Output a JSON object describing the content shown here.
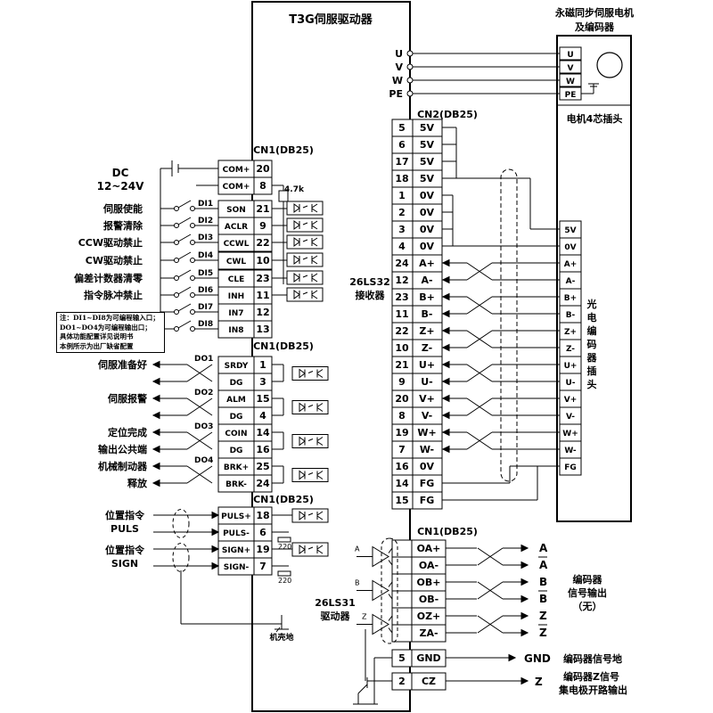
{
  "driver": {
    "title": "T3G伺服驱动器"
  },
  "motor": {
    "title_line1": "永磁同步伺服电机",
    "title_line2": "及编码器",
    "plug_label": "电机4芯插头"
  },
  "power": {
    "dc": "DC",
    "voltage": "12~24V",
    "resistor": "4.7k"
  },
  "cn1_labels": [
    "CN1(DB25)",
    "CN1(DB25)",
    "CN1(DB25)",
    "CN1(DB25)"
  ],
  "cn2_label": "CN2(DB25)",
  "receiver": {
    "line1": "26LS32",
    "line2": "接收器"
  },
  "line_driver": {
    "line1": "26LS31",
    "line2": "驱动器"
  },
  "encoder_plug_label": "光电编码器插头",
  "motor_terminals": [
    "U",
    "V",
    "W",
    "PE"
  ],
  "motor_phase_labels": [
    "U",
    "V",
    "W",
    "PE"
  ],
  "cn2_pins": [
    {
      "pin": "5",
      "name": "5V"
    },
    {
      "pin": "6",
      "name": "5V"
    },
    {
      "pin": "17",
      "name": "5V"
    },
    {
      "pin": "18",
      "name": "5V"
    },
    {
      "pin": "1",
      "name": "0V"
    },
    {
      "pin": "2",
      "name": "0V"
    },
    {
      "pin": "3",
      "name": "0V"
    },
    {
      "pin": "4",
      "name": "0V"
    },
    {
      "pin": "24",
      "name": "A+"
    },
    {
      "pin": "12",
      "name": "A-"
    },
    {
      "pin": "23",
      "name": "B+"
    },
    {
      "pin": "11",
      "name": "B-"
    },
    {
      "pin": "22",
      "name": "Z+"
    },
    {
      "pin": "10",
      "name": "Z-"
    },
    {
      "pin": "21",
      "name": "U+"
    },
    {
      "pin": "9",
      "name": "U-"
    },
    {
      "pin": "20",
      "name": "V+"
    },
    {
      "pin": "8",
      "name": "V-"
    },
    {
      "pin": "19",
      "name": "W+"
    },
    {
      "pin": "7",
      "name": "W-"
    },
    {
      "pin": "16",
      "name": "0V"
    },
    {
      "pin": "14",
      "name": "FG"
    },
    {
      "pin": "15",
      "name": "FG"
    }
  ],
  "encoder_plug_pins": [
    "5V",
    "0V",
    "A+",
    "A-",
    "B+",
    "B-",
    "Z+",
    "Z-",
    "U+",
    "U-",
    "V+",
    "V-",
    "W+",
    "W-",
    "FG"
  ],
  "cn1_inputs": [
    {
      "name": "COM+",
      "pin": "20",
      "label": "",
      "tag": ""
    },
    {
      "name": "COM+",
      "pin": "8",
      "label": "",
      "tag": ""
    },
    {
      "name": "SON",
      "pin": "21",
      "label": "伺服使能",
      "tag": "DI1"
    },
    {
      "name": "ACLR",
      "pin": "9",
      "label": "报警清除",
      "tag": "DI2"
    },
    {
      "name": "CCWL",
      "pin": "22",
      "label": "CCW驱动禁止",
      "tag": "DI3"
    },
    {
      "name": "CWL",
      "pin": "10",
      "label": "CW驱动禁止",
      "tag": "DI4"
    },
    {
      "name": "CLE",
      "pin": "23",
      "label": "偏差计数器清零",
      "tag": "DI5"
    },
    {
      "name": "INH",
      "pin": "11",
      "label": "指令脉冲禁止",
      "tag": "DI6"
    },
    {
      "name": "IN7",
      "pin": "12",
      "label": "",
      "tag": "DI7"
    },
    {
      "name": "IN8",
      "pin": "13",
      "label": "",
      "tag": "DI8"
    }
  ],
  "note": {
    "line1": "注：DI1~DI8为可编程输入口；",
    "line2": "DO1~DO4为可编程输出口；",
    "line3": "具体功能配置详见说明书",
    "line4": "本例所示为出厂缺省配置"
  },
  "cn1_outputs": [
    {
      "name": "SRDY",
      "pin": "1"
    },
    {
      "name": "DG",
      "pin": "3"
    },
    {
      "name": "ALM",
      "pin": "15"
    },
    {
      "name": "DG",
      "pin": "4"
    },
    {
      "name": "COIN",
      "pin": "14"
    },
    {
      "name": "DG",
      "pin": "16"
    },
    {
      "name": "BRK+",
      "pin": "25"
    },
    {
      "name": "BRK-",
      "pin": "24"
    }
  ],
  "output_labels": [
    "伺服准备好",
    "伺服报警",
    "定位完成",
    "输出公共端",
    "机械制动器",
    "释放"
  ],
  "output_tags": [
    "DO1",
    "DO2",
    "DO3",
    "DO4"
  ],
  "cn1_pulse": [
    {
      "name": "PULS+",
      "pin": "18"
    },
    {
      "name": "PULS-",
      "pin": "6"
    },
    {
      "name": "SIGN+",
      "pin": "19"
    },
    {
      "name": "SIGN-",
      "pin": "7"
    }
  ],
  "pulse_labels": [
    "位置指令",
    "PULS",
    "位置指令",
    "SIGN"
  ],
  "pulse_resistor": "220",
  "chassis_ground": "机壳地",
  "cn1_encoder_out": [
    {
      "name": "OA+",
      "pin": ""
    },
    {
      "name": "OA-",
      "pin": ""
    },
    {
      "name": "OB+",
      "pin": ""
    },
    {
      "name": "OB-",
      "pin": ""
    },
    {
      "name": "OZ+",
      "pin": ""
    },
    {
      "name": "ZA-",
      "pin": ""
    },
    {
      "name": "GND",
      "pin": "5"
    },
    {
      "name": "CZ",
      "pin": "2"
    }
  ],
  "encoder_out_signals": [
    "A",
    "A",
    "B",
    "B",
    "Z",
    "Z"
  ],
  "driver_channel_letters": [
    "A",
    "B",
    "Z"
  ],
  "encoder_out_label": {
    "line1": "编码器",
    "line2": "信号输出",
    "line3": "（无）"
  },
  "gnd_signal": "GND",
  "gnd_desc": "编码器信号地",
  "cz_signal": "Z",
  "cz_desc_line1": "编码器Z信号",
  "cz_desc_line2": "集电极开路输出"
}
